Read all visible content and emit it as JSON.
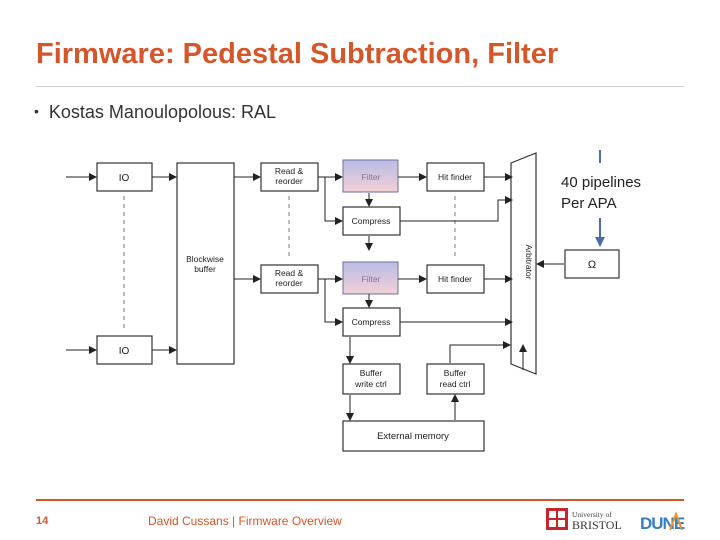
{
  "slide": {
    "title": "Firmware: Pedestal Subtraction, Filter",
    "bullet": "Kostas Manoulopolous: RAL",
    "page_number": "14",
    "footer": "David Cussans | Firmware Overview",
    "accent_color": "#d4562a"
  },
  "diagram": {
    "io_top": "IO",
    "io_bottom": "IO",
    "blockwise_1": "Blockwise",
    "blockwise_2": "buffer",
    "read_reorder_top_1": "Read &",
    "read_reorder_top_2": "reorder",
    "read_reorder_bot_1": "Read &",
    "read_reorder_bot_2": "reorder",
    "filter_top": "Filter",
    "filter_bot": "Filter",
    "compress_top": "Compress",
    "compress_bot": "Compress",
    "hitfinder_top": "Hit finder",
    "hitfinder_bot": "Hit finder",
    "arbitrator": "Arbitrator",
    "omega": "Ω",
    "buffer_write_1": "Buffer",
    "buffer_write_2": "write ctrl",
    "buffer_read_1": "Buffer",
    "buffer_read_2": "read ctrl",
    "external_memory": "External memory"
  },
  "annotation": {
    "line1": "40 pipelines",
    "line2": "Per APA"
  },
  "logos": {
    "bristol_line1": "University of",
    "bristol_line2": "BRISTOL",
    "dune": "DUNE"
  }
}
